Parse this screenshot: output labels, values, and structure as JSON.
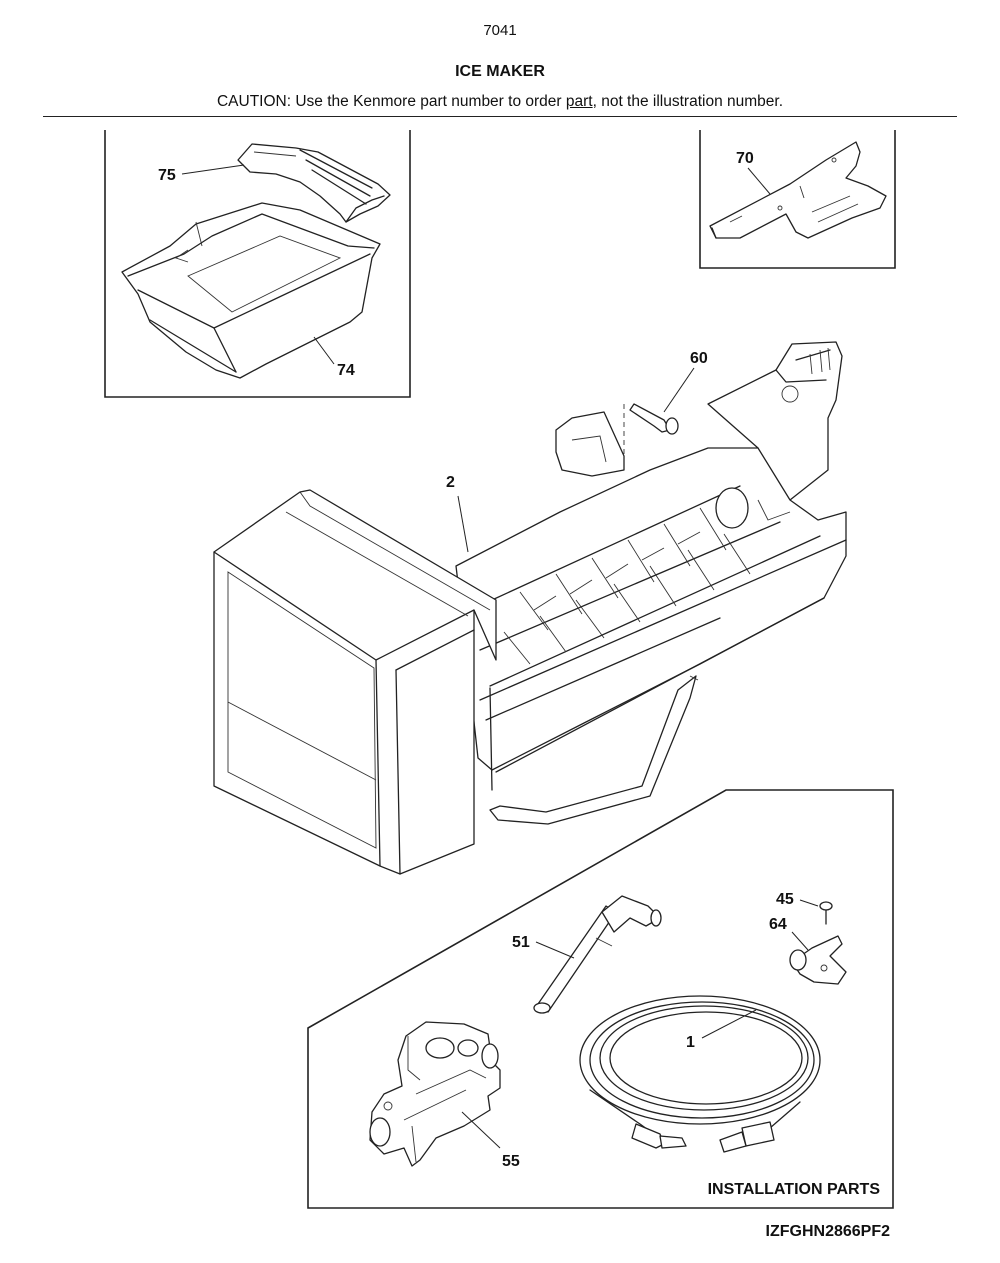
{
  "header": {
    "page_number": "7041",
    "title": "ICE MAKER",
    "caution_prefix": "CAUTION: Use the Kenmore part number to order ",
    "caution_link": "part",
    "caution_suffix": ", not the illustration number."
  },
  "callouts": {
    "p75": "75",
    "p74": "74",
    "p70": "70",
    "p60": "60",
    "p2": "2",
    "p45": "45",
    "p64": "64",
    "p51": "51",
    "p1": "1",
    "p55": "55"
  },
  "installation_label": "INSTALLATION PARTS",
  "model_number": "IZFGHN2866PF2",
  "icons": [
    "bin-cover",
    "ice-bin",
    "mounting-bracket",
    "screw",
    "ice-maker-assembly",
    "fill-tube",
    "water-tubing",
    "water-valve",
    "clamp"
  ]
}
